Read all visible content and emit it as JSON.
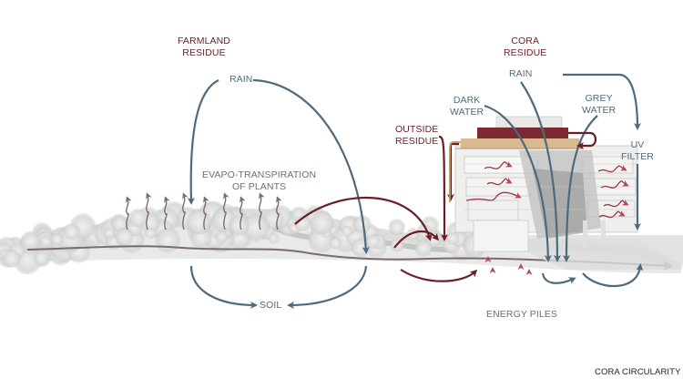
{
  "title": "CORA CIRCULARITY",
  "colors": {
    "residue": "#6b1f24",
    "water": "#4e6a7c",
    "energy": "#8a6a80",
    "evapo": "#7d6a78",
    "orange": "#c8925e",
    "roof": "#7a2a30",
    "deck": "#d9b98f"
  },
  "labels": {
    "farmland_residue": [
      "FARMLAND",
      "RESIDUE"
    ],
    "cora_residue": [
      "CORA",
      "RESIDUE"
    ],
    "rain_left": "RAIN",
    "rain_right": "RAIN",
    "dark_water": [
      "DARK",
      "WATER"
    ],
    "grey_water": [
      "GREY",
      "WATER"
    ],
    "outside_residue": [
      "OUTSIDE",
      "RESIDUE"
    ],
    "uv_filter": [
      "UV",
      "FILTER"
    ],
    "evapo": [
      "EVAPO-TRANSPIRATION",
      "OF PLANTS"
    ],
    "soil": "SOIL",
    "energy_piles": "ENERGY PILES",
    "caption": "CORA CIRCULARITY"
  }
}
